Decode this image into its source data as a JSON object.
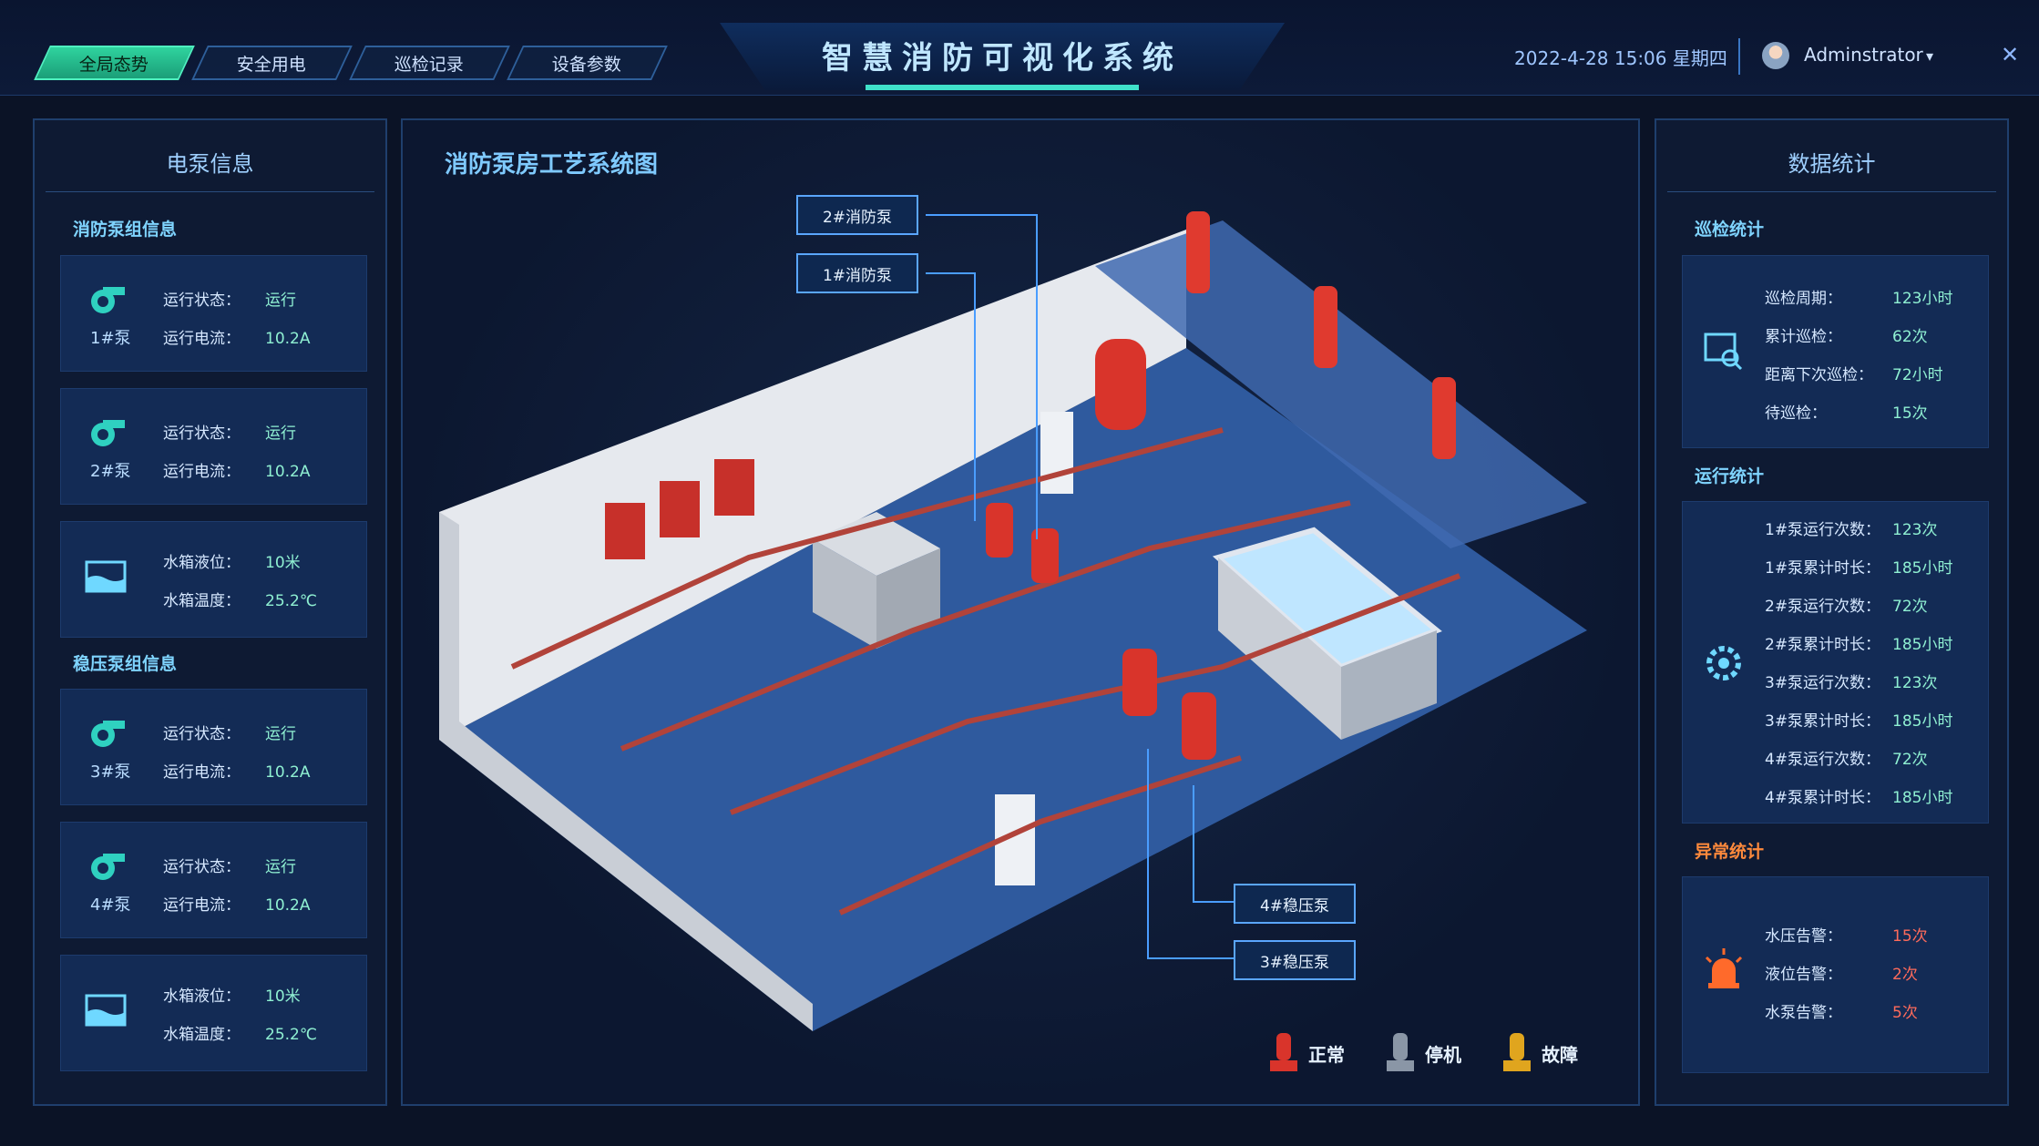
{
  "header": {
    "tabs": [
      {
        "label": "全局态势",
        "active": true
      },
      {
        "label": "安全用电",
        "active": false
      },
      {
        "label": "巡检记录",
        "active": false
      },
      {
        "label": "设备参数",
        "active": false
      }
    ],
    "title": "智慧消防可视化系统",
    "datetime": "2022-4-28  15:06  星期四",
    "user": "Adminstrator",
    "caret": "▾",
    "close": "✕"
  },
  "left_panel": {
    "title": "电泵信息",
    "fire_section": "消防泵组信息",
    "stab_section": "稳压泵组信息",
    "cards": [
      {
        "label": "1#泵",
        "r1k": "运行状态：",
        "r1v": "运行",
        "r2k": "运行电流：",
        "r2v": "10.2A"
      },
      {
        "label": "2#泵",
        "r1k": "运行状态：",
        "r1v": "运行",
        "r2k": "运行电流：",
        "r2v": "10.2A"
      },
      {
        "label": "",
        "r1k": "水箱液位：",
        "r1v": "10米",
        "r2k": "水箱温度：",
        "r2v": "25.2℃"
      },
      {
        "label": "3#泵",
        "r1k": "运行状态：",
        "r1v": "运行",
        "r2k": "运行电流：",
        "r2v": "10.2A"
      },
      {
        "label": "4#泵",
        "r1k": "运行状态：",
        "r1v": "运行",
        "r2k": "运行电流：",
        "r2v": "10.2A"
      },
      {
        "label": "",
        "r1k": "水箱液位：",
        "r1v": "10米",
        "r2k": "水箱温度：",
        "r2v": "25.2℃"
      }
    ]
  },
  "center": {
    "title": "消防泵房工艺系统图",
    "callouts": {
      "pump2": "2#消防泵",
      "pump1": "1#消防泵",
      "stab4": "4#稳压泵",
      "stab3": "3#稳压泵"
    },
    "legend": [
      {
        "label": "正常",
        "color": "#d9342b"
      },
      {
        "label": "停机",
        "color": "#8a96a6"
      },
      {
        "label": "故障",
        "color": "#e0a51e"
      }
    ]
  },
  "right_panel": {
    "title": "数据统计",
    "inspect": {
      "title": "巡检统计",
      "rows": [
        {
          "k": "巡检周期：",
          "v": "123小时"
        },
        {
          "k": "累计巡检：",
          "v": "62次"
        },
        {
          "k": "距离下次巡检：",
          "v": "72小时"
        },
        {
          "k": "待巡检：",
          "v": "15次"
        }
      ]
    },
    "run": {
      "title": "运行统计",
      "rows": [
        {
          "k": "1#泵运行次数：",
          "v": "123次"
        },
        {
          "k": "1#泵累计时长：",
          "v": "185小时"
        },
        {
          "k": "2#泵运行次数：",
          "v": "72次"
        },
        {
          "k": "2#泵累计时长：",
          "v": "185小时"
        },
        {
          "k": "3#泵运行次数：",
          "v": "123次"
        },
        {
          "k": "3#泵累计时长：",
          "v": "185小时"
        },
        {
          "k": "4#泵运行次数：",
          "v": "72次"
        },
        {
          "k": "4#泵累计时长：",
          "v": "185小时"
        }
      ]
    },
    "alarm": {
      "title": "异常统计",
      "rows": [
        {
          "k": "水压告警：",
          "v": "15次"
        },
        {
          "k": "液位告警：",
          "v": "2次"
        },
        {
          "k": "水泵告警：",
          "v": "5次"
        }
      ]
    }
  }
}
